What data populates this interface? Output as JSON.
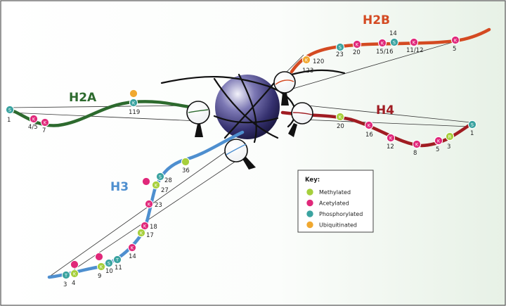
{
  "colors": {
    "methylated": "#a6cf3c",
    "acetylated": "#e0287a",
    "phosphorylated": "#3aa3a0",
    "ubiquitinated": "#f0a830",
    "h2a": "#2d6a2e",
    "h2b": "#d44a22",
    "h3": "#4e8fcf",
    "h4": "#a01c22"
  },
  "tails": {
    "h2a": {
      "title": "H2A",
      "sites": [
        {
          "letter": "S",
          "num": "1",
          "mod": "phosphorylated"
        },
        {
          "letter": "K",
          "num": "4/5",
          "mod": "acetylated"
        },
        {
          "letter": "K",
          "num": "7",
          "mod": "acetylated"
        },
        {
          "letter": "K",
          "num": "119",
          "mod": "phosphorylated",
          "extra": "ubiquitinated"
        }
      ]
    },
    "h2b": {
      "title": "H2B",
      "sites": [
        {
          "letter": "K",
          "num": "123",
          "mod": "ubiquitinated"
        },
        {
          "letter": "",
          "num": "120",
          "mod": "ubiquitinated"
        },
        {
          "letter": "S",
          "num": "23",
          "mod": "phosphorylated"
        },
        {
          "letter": "K",
          "num": "20",
          "mod": "acetylated"
        },
        {
          "letter": "K",
          "num": "15/16",
          "mod": "acetylated"
        },
        {
          "letter": "S",
          "num": "14",
          "mod": "phosphorylated"
        },
        {
          "letter": "K",
          "num": "11/12",
          "mod": "acetylated"
        },
        {
          "letter": "K",
          "num": "5",
          "mod": "acetylated"
        }
      ]
    },
    "h4": {
      "title": "H4",
      "sites": [
        {
          "letter": "K",
          "num": "20",
          "mod": "methylated"
        },
        {
          "letter": "K",
          "num": "16",
          "mod": "acetylated"
        },
        {
          "letter": "K",
          "num": "12",
          "mod": "acetylated"
        },
        {
          "letter": "K",
          "num": "8",
          "mod": "acetylated"
        },
        {
          "letter": "K",
          "num": "5",
          "mod": "acetylated"
        },
        {
          "letter": "R",
          "num": "3",
          "mod": "methylated"
        },
        {
          "letter": "S",
          "num": "1",
          "mod": "phosphorylated"
        }
      ]
    },
    "h3": {
      "title": "H3",
      "sites": [
        {
          "letter": "",
          "num": "36",
          "mod": "methylated"
        },
        {
          "letter": "S",
          "num": "28",
          "mod": "phosphorylated"
        },
        {
          "letter": "K",
          "num": "27",
          "mod": "methylated",
          "extra": "acetylated"
        },
        {
          "letter": "K",
          "num": "23",
          "mod": "acetylated"
        },
        {
          "letter": "K",
          "num": "18",
          "mod": "acetylated"
        },
        {
          "letter": "K",
          "num": "17",
          "mod": "methylated"
        },
        {
          "letter": "K",
          "num": "14",
          "mod": "acetylated"
        },
        {
          "letter": "T",
          "num": "11",
          "mod": "phosphorylated"
        },
        {
          "letter": "S",
          "num": "10",
          "mod": "phosphorylated"
        },
        {
          "letter": "K",
          "num": "9",
          "mod": "methylated",
          "extra": "acetylated"
        },
        {
          "letter": "K",
          "num": "4",
          "mod": "methylated",
          "extra": "acetylated"
        },
        {
          "letter": "T",
          "num": "3",
          "mod": "phosphorylated"
        }
      ]
    }
  },
  "key": {
    "title": "Key:",
    "items": [
      {
        "label": "Methylated",
        "mod": "methylated"
      },
      {
        "label": "Acetylated",
        "mod": "acetylated"
      },
      {
        "label": "Phosphorylated",
        "mod": "phosphorylated"
      },
      {
        "label": "Ubiquitinated",
        "mod": "ubiquitinated"
      }
    ]
  }
}
